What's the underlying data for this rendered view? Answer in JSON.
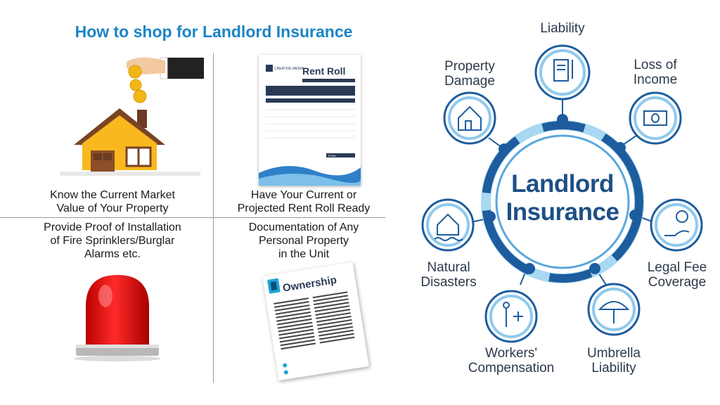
{
  "title": "How to shop for Landlord Insurance",
  "quadrants": {
    "market_value": "Know the Current Market\nValue of Your Property",
    "rent_roll": "Have Your Current or\nProjected Rent Roll Ready",
    "proof_install": "Provide Proof of Installation\nof Fire Sprinklers/Burglar\nAlarms etc.",
    "documentation": "Documentation of Any\nPersonal Property\nin the Unit"
  },
  "rent_roll_doc": {
    "title": "Rent Roll",
    "company": "CREATIVE MEDIA",
    "total_label": "TOTAL"
  },
  "ownership_doc": {
    "title": "Ownership"
  },
  "hub": {
    "line1": "Landlord",
    "line2": "Insurance"
  },
  "coverages": {
    "liability": "Liability",
    "loss_of_income": "Loss of\nIncome",
    "legal_fee": "Legal Fee\nCoverage",
    "umbrella": "Umbrella\nLiability",
    "workers": "Workers'\nCompensation",
    "natural": "Natural\nDisasters",
    "property_damage": "Property\nDamage"
  },
  "colors": {
    "title_blue": "#1a84c6",
    "hub_text": "#1e4f86",
    "ring_dark": "#1d5d9e",
    "ring_light": "#7cc0ea"
  }
}
